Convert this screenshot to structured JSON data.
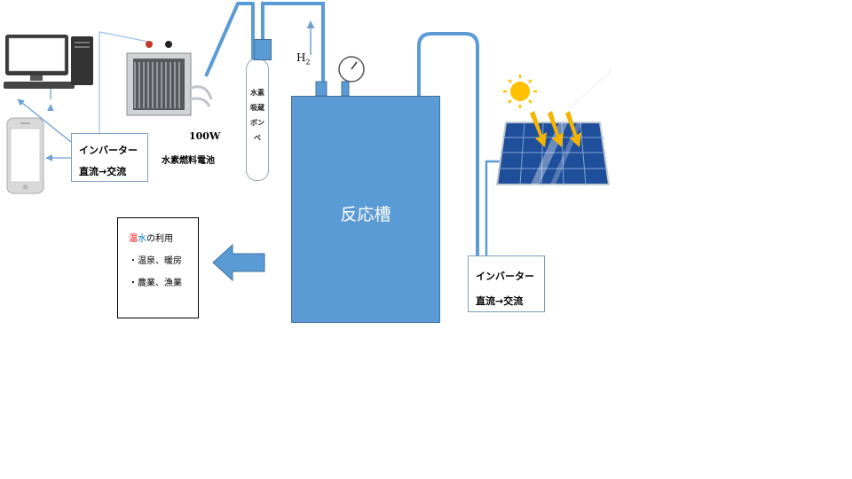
{
  "tank": {
    "label": "反応槽"
  },
  "inverter_left": {
    "line1": "インバーター",
    "line2": "直流→交流"
  },
  "inverter_right": {
    "line1": "インバーター",
    "line2": "直流→交流"
  },
  "hot_water": {
    "title_red": "温",
    "title_blue": "水",
    "title_rest": "の利用",
    "item1": "・温泉、暖房",
    "item2": "・農業、漁業"
  },
  "fuel_cell": {
    "power": "100W",
    "name": "水素燃料電池"
  },
  "storage": {
    "label": "水素吸蔵ボンベ"
  },
  "gas": {
    "symbol": "H",
    "subscript": "2"
  },
  "colors": {
    "tank": "#5b9bd5",
    "pipe": "#5b9bd5",
    "arrow": "#5b9bd5",
    "connector": "#9dc3e6",
    "sun": "#ffc000",
    "panel": "#1f4e9a"
  }
}
